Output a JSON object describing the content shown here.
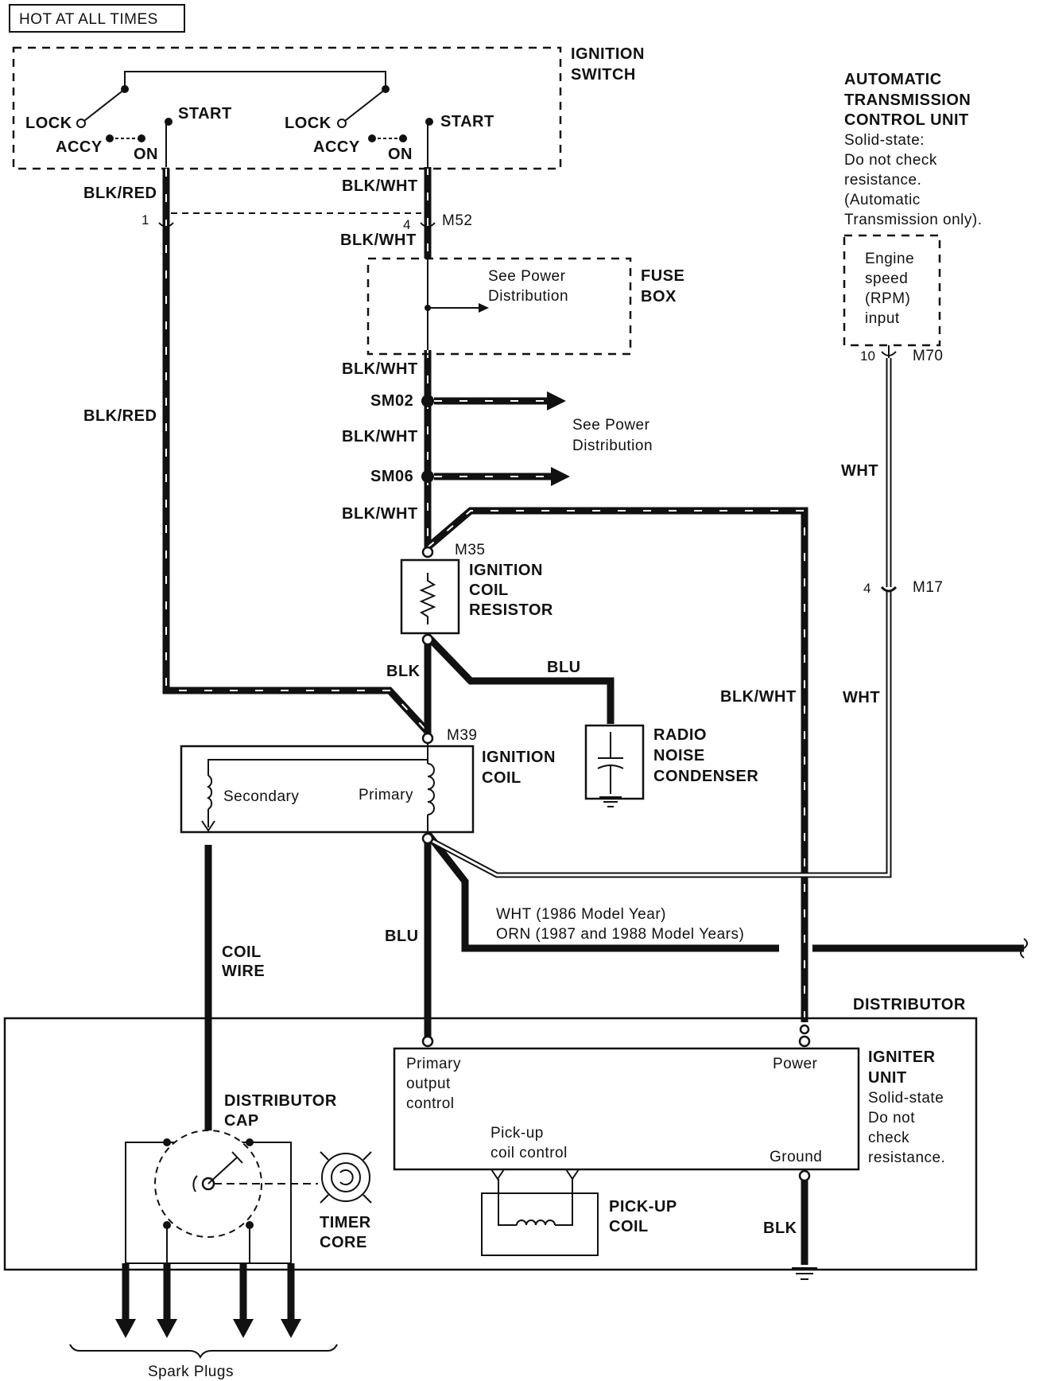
{
  "labels": {
    "hot_at_all_times": "HOT AT ALL TIMES",
    "ignition_switch": [
      "IGNITION",
      "SWITCH"
    ],
    "lock": "LOCK",
    "accy": "ACCY",
    "on": "ON",
    "start": "START",
    "atcu_title": [
      "AUTOMATIC",
      "TRANSMISSION",
      "CONTROL UNIT"
    ],
    "atcu_note": [
      "Solid-state:",
      "Do not check",
      "resistance.",
      "(Automatic",
      "Transmission only)."
    ],
    "rpm_input": [
      "Engine",
      "speed",
      "(RPM)",
      "input"
    ],
    "fuse_box": [
      "FUSE",
      "BOX"
    ],
    "see_power_distribution": [
      "See Power",
      "Distribution"
    ],
    "sm02": "SM02",
    "sm06": "SM06",
    "ign_coil_resistor": [
      "IGNITION",
      "COIL",
      "RESISTOR"
    ],
    "radio_noise_condenser": [
      "RADIO",
      "NOISE",
      "CONDENSER"
    ],
    "ignition_coil": [
      "IGNITION",
      "COIL"
    ],
    "secondary": "Secondary",
    "primary": "Primary",
    "coil_wire": [
      "COIL",
      "WIRE"
    ],
    "wht_note": "WHT (1986 Model Year)",
    "orn_note": "ORN (1987 and 1988  Model Years)",
    "distributor": "DISTRIBUTOR",
    "distributor_cap": [
      "DISTRIBUTOR",
      "CAP"
    ],
    "timer_core": [
      "TIMER",
      "CORE"
    ],
    "primary_output_control": [
      "Primary",
      "output",
      "control"
    ],
    "power": "Power",
    "ground": "Ground",
    "pickup_coil_control": [
      "Pick-up",
      "coil control"
    ],
    "pickup_coil": [
      "PICK-UP",
      "COIL"
    ],
    "igniter_unit": [
      "IGNITER",
      "UNIT"
    ],
    "igniter_note": [
      "Solid-state",
      "Do not",
      "check",
      "resistance."
    ],
    "spark_plugs": "Spark Plugs"
  },
  "wires": {
    "blk_red": "BLK/RED",
    "blk_wht": "BLK/WHT",
    "blk": "BLK",
    "blu": "BLU",
    "wht": "WHT"
  },
  "connectors": {
    "m52": "M52",
    "m70": "M70",
    "m17": "M17",
    "m35": "M35",
    "m39": "M39",
    "pin_1": "1",
    "pin_4": "4",
    "pin_10": "10"
  }
}
